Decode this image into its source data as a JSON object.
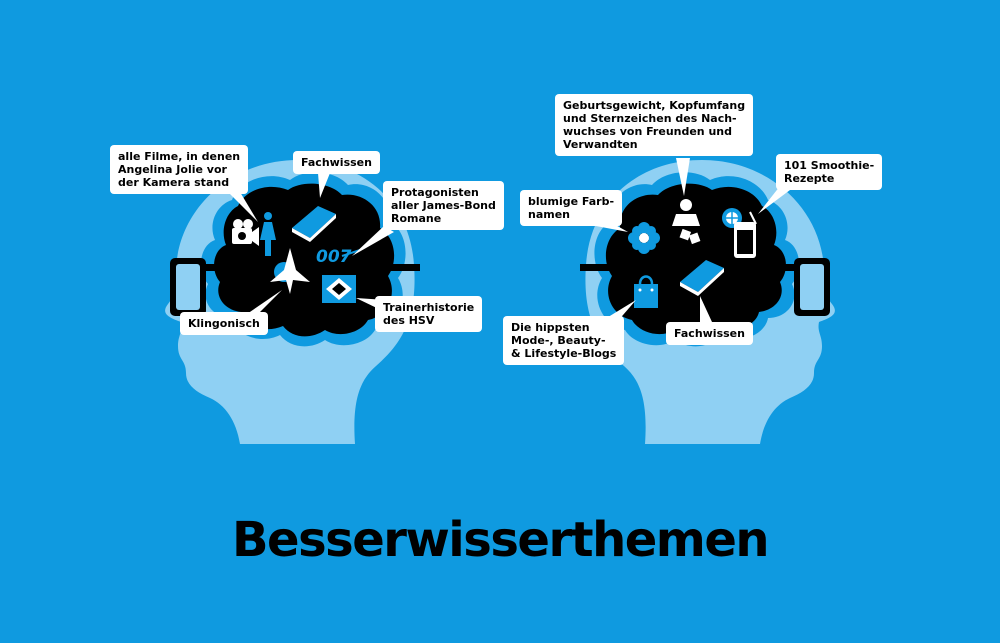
{
  "title": "Besserwisserthemen",
  "colors": {
    "background": "#0f9ae0",
    "head": "#8fd0f3",
    "brain": "#000000",
    "glasses": "#000000",
    "label_bg": "#ffffff",
    "icon_accent": "#0f9ae0"
  },
  "left_head": {
    "labels": {
      "movies": "alle Filme, in denen\nAngelina Jolie vor\nder Kamera stand",
      "fachwissen": "Fachwissen",
      "bond": "Protagonisten\naller James-Bond\nRomane",
      "klingon": "Klingonisch",
      "hsv": "Trainerhistorie\ndes HSV"
    },
    "bond_logo": "007",
    "icons": [
      "camera-icon",
      "woman-silhouette-icon",
      "book-icon",
      "bond-007-logo",
      "klingon-emblem-icon",
      "hsv-diamond-icon"
    ]
  },
  "right_head": {
    "labels": {
      "baby": "Geburtsgewicht, Kopfumfang\nund Sternzeichen des Nach-\nwuchses von Freunden und\nVerwandten",
      "smoothie": "101 Smoothie-\nRezepte",
      "colors": "blumige Farb-\nnamen",
      "blogs": "Die hippsten\nMode-, Beauty-\n& Lifestyle-Blogs",
      "fachwissen": "Fachwissen"
    },
    "icons": [
      "flower-icon",
      "baby-icon",
      "smoothie-icon",
      "shopping-bag-icon",
      "book-icon"
    ]
  }
}
